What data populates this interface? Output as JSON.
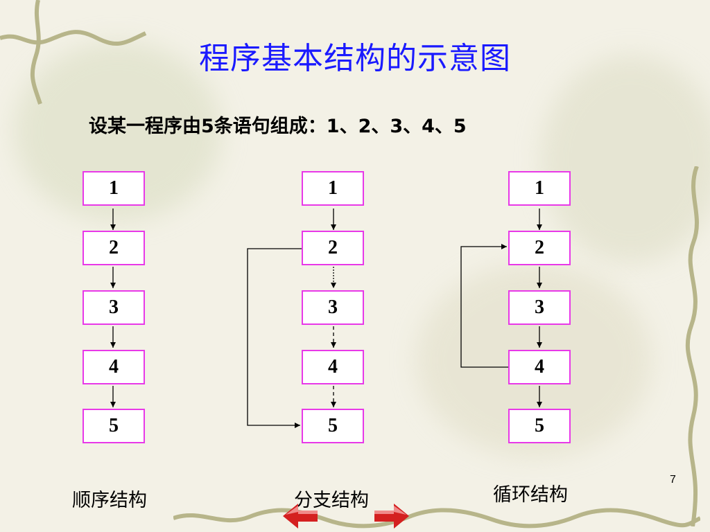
{
  "title": "程序基本结构的示意图",
  "subtitle": "设某一程序由5条语句组成：1、2、3、4、5",
  "structures": [
    {
      "name": "顺序结构",
      "statements": [
        "1",
        "2",
        "3",
        "4",
        "5"
      ]
    },
    {
      "name": "分支结构",
      "statements": [
        "1",
        "2",
        "3",
        "4",
        "5"
      ]
    },
    {
      "name": "循环结构",
      "statements": [
        "1",
        "2",
        "3",
        "4",
        "5"
      ]
    }
  ],
  "slide_number": "7",
  "colors": {
    "title": "#1a1aff",
    "box_border": "#e838e8",
    "background": "#f3f1e6",
    "nav_red": "#d42020"
  },
  "icons": {
    "prev": "left-arrow-icon",
    "next": "right-arrow-icon"
  }
}
